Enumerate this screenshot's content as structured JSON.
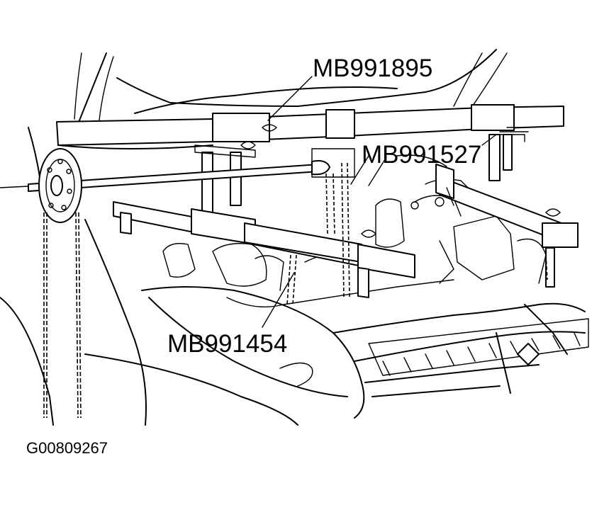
{
  "figure": {
    "callouts": [
      {
        "id": "top",
        "text": "MB991895"
      },
      {
        "id": "right",
        "text": "MB991527"
      },
      {
        "id": "bottom",
        "text": "MB991454"
      }
    ],
    "figure_code": "G00809267"
  }
}
